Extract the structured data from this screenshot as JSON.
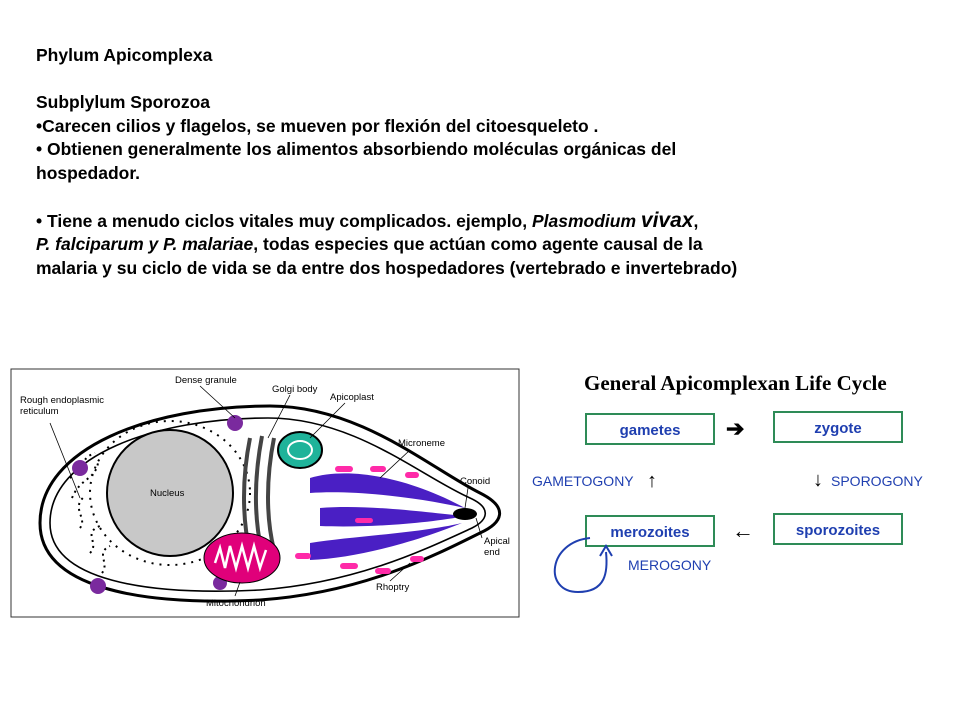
{
  "text": {
    "phylum": "Phylum Apicomplexa",
    "subphylum": "Subplylum Sporozoa",
    "bullet1": "•Carecen cilios y flagelos, se mueven por flexión del citoesqueleto .",
    "bullet2a": "• Obtienen generalmente los alimentos absorbiendo moléculas orgánicas del",
    "bullet2b": "hospedador.",
    "bullet3_pre": "• Tiene a menudo ciclos vitales muy complicados. ejemplo, ",
    "bullet3_plasmodium": "Plasmodium ",
    "bullet3_vivax": "vivax",
    "bullet3_comma": ",",
    "line5_pf": "P. falciparum y P. malariae",
    "line5_rest": ", todas especies que actúan como agente causal  de la",
    "line6": "malaria y su ciclo de vida se da entre dos hospedadores (vertebrado e invertebrado)"
  },
  "cell_diagram": {
    "labels": {
      "rer": [
        "Rough endoplasmic",
        "reticulum"
      ],
      "dense_granule": "Dense granule",
      "golgi": "Golgi body",
      "apicoplast": "Apicoplast",
      "microneme": "Microneme",
      "conoid": "Conoid",
      "apical_end": [
        "Apical",
        "end"
      ],
      "nucleus": "Nucleus",
      "rhoptry": "Rhoptry",
      "mitochondrion": "Mitochondrion"
    },
    "colors": {
      "dense_granule": "#7a2a9e",
      "apicoplast": "#1fb39a",
      "microneme": "#4a1fc4",
      "rhoptry_spots": "#ff2aa8",
      "mitochondrion": "#e0007a",
      "nucleus": "#c8c8c8"
    }
  },
  "life_cycle": {
    "title": "General Apicomplexan Life Cycle",
    "gametes": "gametes",
    "zygote": "zygote",
    "merozoites": "merozoites",
    "sporozoites": "sporozoites",
    "gametogony": "GAMETOGONY",
    "sporogony": "SPOROGONY",
    "merogony": "MEROGONY",
    "colors": {
      "box_border": "#2e8b57",
      "box_text": "#1f3fb0",
      "label_text": "#1f3fb0",
      "arrow": "#000000"
    }
  }
}
